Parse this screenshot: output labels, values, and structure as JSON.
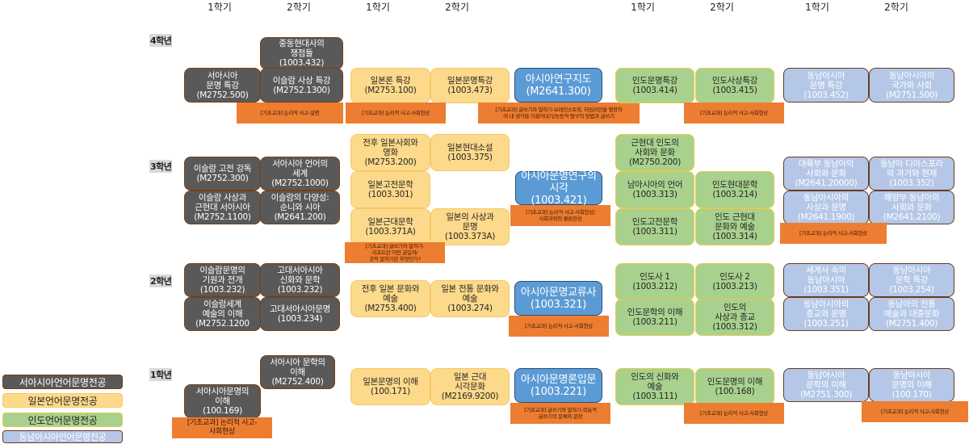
{
  "semesters": [
    "1학기",
    "2학기",
    "1학기",
    "2학기",
    "1학기",
    "2학기",
    "1학기",
    "2학기"
  ],
  "years": [
    "4학년",
    "3학년",
    "2학년",
    "1학년"
  ],
  "legend": [
    {
      "label": "서아시아언어문명전공",
      "color": "#595959"
    },
    {
      "label": "일본언어문명전공",
      "color": "#fdd98b"
    },
    {
      "label": "인도언어문명전공",
      "color": "#a9d18e"
    },
    {
      "label": "동남아시아언어문명전공",
      "color": "#b4c7e7"
    }
  ],
  "courses": {
    "w4a": "중동현대사의\n쟁점들\n(1003.432)",
    "w4b": "서아시아\n문명 특강\n(M2752.500)",
    "w4c": "이슬람 사상 특강\n(M2752.1300)",
    "j4a": "일본론 특강\n(M2753.100)",
    "j4b": "일본문명특강\n(1003.473)",
    "b4": "아시아연구지도\n(M2641.300)",
    "i4a": "인도문명특강\n(1003.414)",
    "i4b": "인도사상특강\n(1003.415)",
    "s4a": "동남아시아\n문명 특강\n(1003.452)",
    "s4b": "동남아시아의\n국가와 사회\n(M2751.500)",
    "w3a": "이슬람 고전 강독\n(M2752.300)",
    "w3b": "서아시아 언어의\n세계\n(M2752.1000)",
    "w3c": "이슬람 사상과\n근현대 서아시아\n(M2752.1100)",
    "w3d": "이슬람의 다양성:\n순니와 시아\n(M2641.200)",
    "j3a": "전후 일본사회와\n영화\n(M2753.200)",
    "j3b": "일본현대소설\n(1003.375)",
    "j3c": "일본고전문학\n(1003.301)",
    "j3d": "일본근대문학\n(1003.371A)",
    "j3e": "일본의 사상과\n문명\n(1003.373A)",
    "b3": "아시아문명연구의\n시각\n(1003.421)",
    "i3a": "근현대 인도의\n사회와 문화\n(M2750.200)",
    "i3b": "남아시아의 언어\n(1003.313)",
    "i3c": "인도현대문학\n(1003.214)",
    "i3d": "인도고전문학\n(1003.311)",
    "i3e": "인도 근현대\n문화와 예술\n(1003.314)",
    "s3a": "대륙부 동남아의\n사회와 문화\n(M2641.20000)",
    "s3b": "동남아 디아스포라\n의 과거와 현재\n(1003.352)",
    "s3c": "동남아시아의\n사상과 문명\n(M2641.1900)",
    "s3d": "해양부 동남아의\n사회와 문화\n(M2641.2100)",
    "w2a": "이슬람문명의\n기원과 전개\n(1003.232)",
    "w2b": "고대서아시아\n신화와 문학\n(1003.232)",
    "w2c": "이슬람세계\n예술의 이해\n(M2752.1200",
    "w2d": "고대서아시아문명\n(1003.234)",
    "j2a": "전후 일본 문화와\n예술\n(M2753.400)",
    "j2b": "일본 전통 문화와\n예술\n(1003.274)",
    "b2": "아시아문명교류사\n(1003.321)",
    "i2a": "인도사 1\n(1003.212)",
    "i2b": "인도사 2\n(1003.213)",
    "i2c": "인도문학의 이해\n(1003.211)",
    "i2d": "인도의\n사상과 종교\n(1003.312)",
    "s2a": "세계사 속의\n동남아시아\n(1003.351)",
    "s2b": "동남아시아\n문학 특강\n(1003.254)",
    "s2c": "동남아시아의\n종교와 문명\n(1003.251)",
    "s2d": "동남아의 전통\n예술과 대중문화\n(M2751.400)",
    "w1a": "서아시아 문학의\n이해\n(M2752.400)",
    "w1b": "서아시아문명의\n이해\n(100.169)",
    "j1a": "일본문명의 이해\n(100.171)",
    "j1b": "일본 근대\n시각문화\n(M2169.9200)",
    "b1": "아시아문명론입문\n(1003.221)",
    "i1a": "인도의 신화와\n예술\n(1003.111)",
    "i1b": "인도문명의 이해\n(100.168)",
    "s1a": "동남아시아\n문학의 이해\n(M2751.300)",
    "s1b": "동남아시아\n문명의 이해\n(100.170)"
  },
  "tags": {
    "t4a": "[기초교과] 논리적 사고-설명",
    "t4b": "[기초교과] 논리적 사고-사회현상",
    "t4c": "[기초교과] 글쓰기와 말하기-브레인스토밍, 타임라인을 활용하\n여 내 생각을 이끌어내기/능동적 탐구의 방법과 글쓰기",
    "t4d": "[기초교과] 논리적 사고-사회현상",
    "t3a": "[기초교과] 글쓰기와 말하기-\n리포트란 어떤 글일까/\n공적 말하기란 무엇인가?",
    "t3b": "[기초교과] 논리적 사고-사회현상/\n사회과학의 불완전성",
    "t3c": "[기초교과] 논리적 사고-사회현상",
    "t2a": "[기초교과] 논리적 사고-사회현상",
    "t1a": "[기초교과] 논리적 사고-\n사회현상",
    "t1b": "[기초교과] 글쓰기와 말하기-학술적\n글쓰기의 문체와 문장",
    "t1c": "[기초교과] 논리적 사고-사회현상",
    "t1d": "[기초교과] 논리적 사고-사회현상"
  }
}
